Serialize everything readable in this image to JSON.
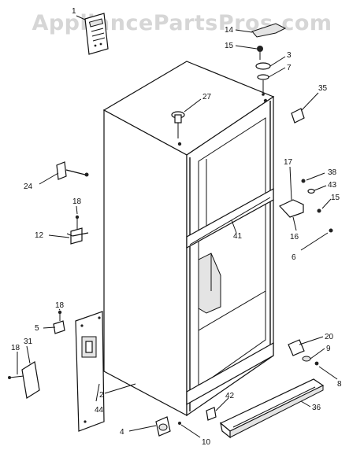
{
  "watermark": "AppliancePartsPros.com",
  "callouts": [
    "1",
    "14",
    "15",
    "3",
    "7",
    "35",
    "27",
    "17",
    "38",
    "43",
    "15",
    "24",
    "18",
    "12",
    "41",
    "16",
    "6",
    "18",
    "5",
    "18",
    "31",
    "20",
    "9",
    "8",
    "2",
    "44",
    "42",
    "36",
    "4",
    "10"
  ]
}
